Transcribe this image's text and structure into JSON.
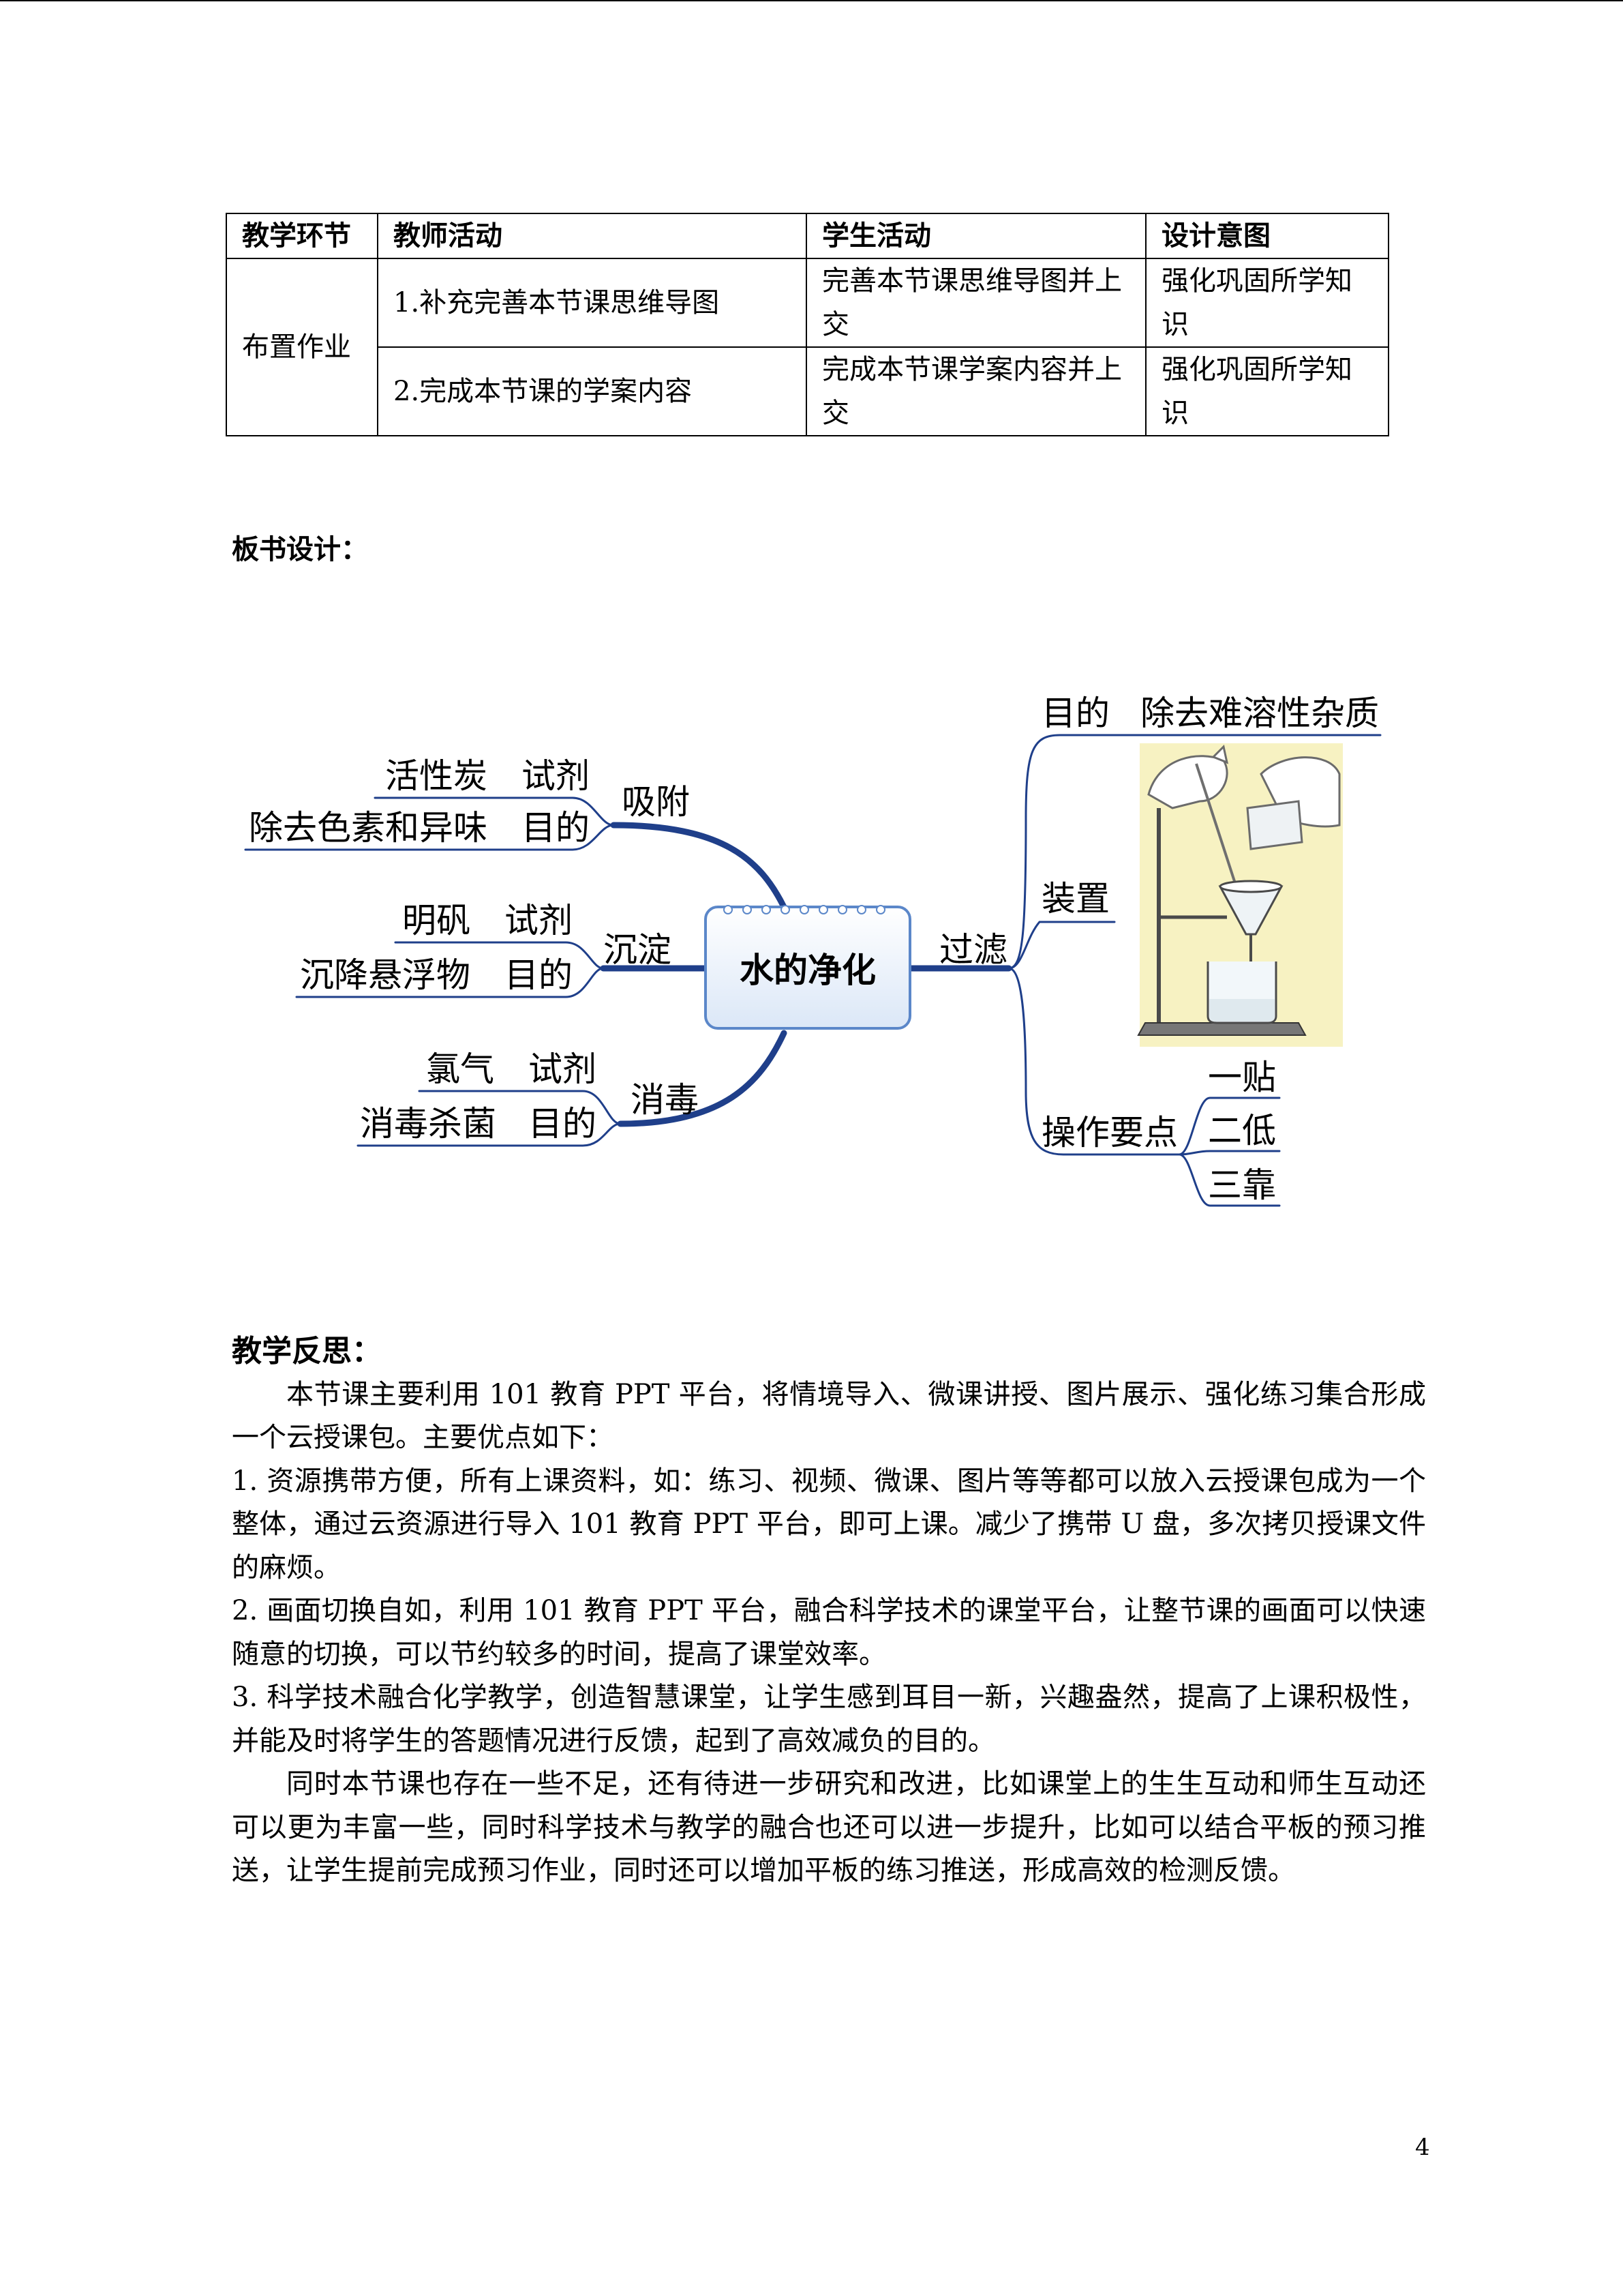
{
  "table": {
    "headers": [
      "教学环节",
      "教师活动",
      "学生活动",
      "设计意图"
    ],
    "section": "布置作业",
    "rows": [
      {
        "teacher": "1.补充完善本节课思维导图",
        "student": "完善本节课思维导图并上交",
        "intent": "强化巩固所学知识"
      },
      {
        "teacher": "2.完成本节课的学案内容",
        "student": "完成本节课学案内容并上交",
        "intent": "强化巩固所学知识"
      }
    ]
  },
  "board_design": {
    "heading": "板书设计：",
    "center": "水的净化",
    "adsorption": {
      "label": "吸附",
      "reagent_tag": "试剂",
      "reagent": "活性炭",
      "purpose_tag": "目的",
      "purpose": "除去色素和异味"
    },
    "sedimentation": {
      "label": "沉淀",
      "reagent_tag": "试剂",
      "reagent": "明矾",
      "purpose_tag": "目的",
      "purpose": "沉降悬浮物"
    },
    "disinfection": {
      "label": "消毒",
      "reagent_tag": "试剂",
      "reagent": "氯气",
      "purpose_tag": "目的",
      "purpose": "消毒杀菌"
    },
    "filtration": {
      "label": "过滤",
      "purpose_tag": "目的",
      "purpose": "除去难溶性杂质",
      "apparatus": "装置",
      "key_points": "操作要点",
      "points": [
        "一贴",
        "二低",
        "三靠"
      ]
    },
    "colors": {
      "branch": "#1f3f8a",
      "center_border": "#5b87c9",
      "center_fill": "#eaf1fb",
      "photo_bg": "#f7f2c2"
    }
  },
  "reflection": {
    "heading": "教学反思：",
    "paragraphs": [
      "本节课主要利用 101 教育 PPT 平台，将情境导入、微课讲授、图片展示、强化练习集合形成一个云授课包。主要优点如下：",
      "1.  资源携带方便，所有上课资料，如：练习、视频、微课、图片等等都可以放入云授课包成为一个整体，通过云资源进行导入 101 教育 PPT 平台，即可上课。减少了携带 U 盘，多次拷贝授课文件的麻烦。",
      "2.  画面切换自如，利用 101 教育 PPT 平台，融合科学技术的课堂平台，让整节课的画面可以快速随意的切换，可以节约较多的时间，提高了课堂效率。",
      "3.  科学技术融合化学教学，创造智慧课堂，让学生感到耳目一新，兴趣盎然，提高了上课积极性，并能及时将学生的答题情况进行反馈，起到了高效减负的目的。",
      "同时本节课也存在一些不足，还有待进一步研究和改进，比如课堂上的生生互动和师生互动还可以更为丰富一些，同时科学技术与教学的融合也还可以进一步提升，比如可以结合平板的预习推送，让学生提前完成预习作业，同时还可以增加平板的练习推送，形成高效的检测反馈。"
    ]
  },
  "page_number": "4"
}
